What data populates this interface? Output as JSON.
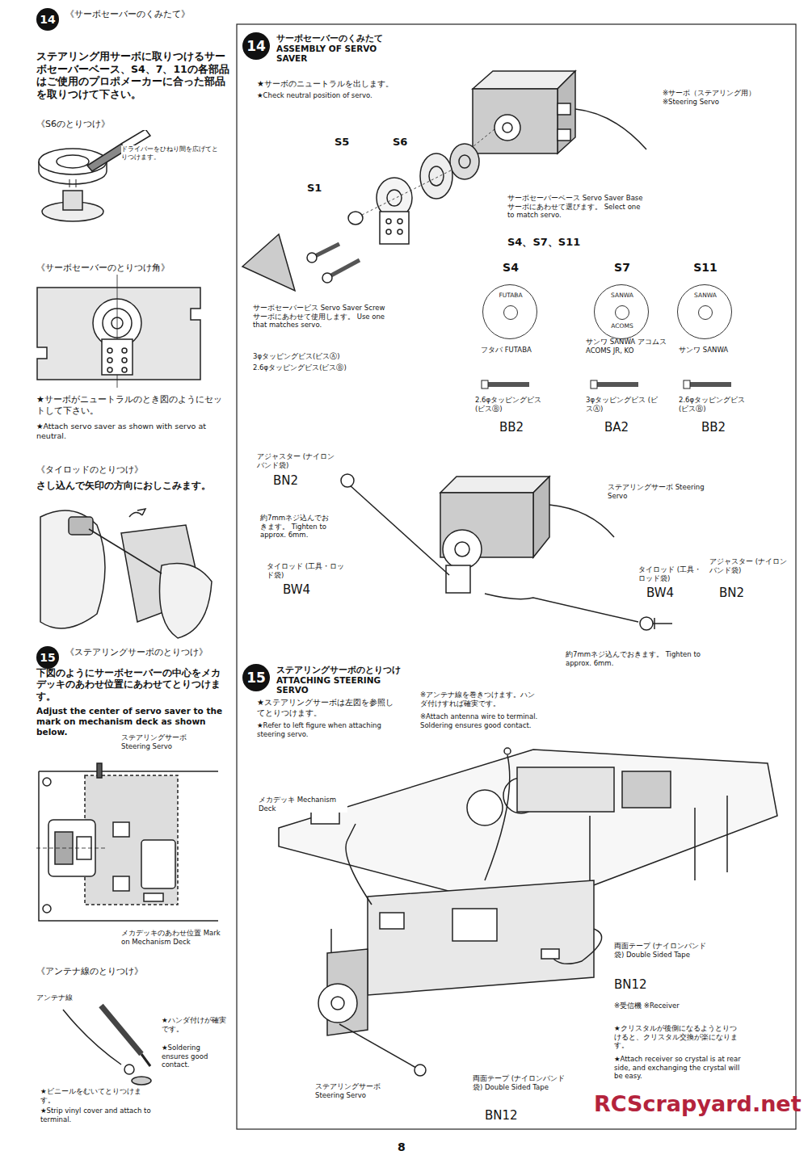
{
  "diagram": {
    "nodes": [
      {
        "text": [
          "14",
          "《サーボセーバーのくみたて》"
        ]
      },
      {
        "text": [
          "15",
          "《ステアリングサーボのとりつけ》"
        ]
      },
      {
        "text": [
          "14",
          "サーボセーバーのくみたて ASSEMBLY OF SERVO SAVER"
        ]
      },
      {
        "text": [
          "15",
          "ステアリングサーボのとりつけ ATTACHING STEERING SERVO"
        ]
      },
      {
        "text": [
          "S4",
          "FUTABA"
        ]
      },
      {
        "text": [
          "S7",
          "SANWA",
          "ACOMS"
        ]
      },
      {
        "text": [
          "S11",
          "SANWA"
        ]
      }
    ],
    "labels": [
      "ステアリング用サーボに取りつけるサーボセーバーベース、S4、7、11の各部品はご使用のプロポメーカーに合った部品を取りつけて下さい。",
      "《S6のとりつけ》",
      "ドライバーをひねり間を広げてとりつけます。",
      "《サーボセーバーのとりつけ角》",
      "★サーボがニュートラルのとき図のようにセットして下さい。",
      "★Attach servo saver as shown with servo at neutral.",
      "《タイロッドのとりつけ》",
      "さし込んで矢印の方向におしこみます。",
      "下図のようにサーボセーバーの中心をメカデッキのあわせ位置にあわせてとりつけます。",
      "Adjust the center of servo saver to the mark on mechanism deck as shown below.",
      "ステアリングサーボ Steering Servo",
      "メカデッキのあわせ位置 Mark on Mechanism Deck",
      "《アンテナ線のとりつけ》",
      "アンテナ線",
      "★ハンダ付けが確実です。",
      "★Soldering ensures good contact.",
      "★ビニールをむいてとりつけます。",
      "★Strip vinyl cover and attach to terminal.",
      "★サーボのニュートラルを出します。",
      "★Check neutral position of servo.",
      "S5",
      "S6",
      "S1",
      "※サーボ（ステアリング用） ※Steering Servo",
      "サーボセーバーベース Servo Saver Base サーボにあわせて選びます。 Select one to match servo.",
      "S4、S7、S11",
      "サーボセーバービス Servo Saver Screw サーボにあわせて使用します。 Use one that matches servo.",
      "3φタッピングビス(ビスⒶ)",
      "2.6φタッピングビス(ビスⒷ)",
      "フタバ FUTABA",
      "サンワ SANWA アコムス ACOMS JR, KO",
      "サンワ SANWA",
      "2.6φタッピングビス (ビスⒷ)",
      "BB2",
      "3φタッピングビス (ビスⒶ)",
      "BA2",
      "2.6φタッピングビス (ビスⒷ)",
      "BB2",
      "アジャスター (ナイロンバンド袋)",
      "BN2",
      "約7mmネジ込んでおきます。 Tighten to approx. 6mm.",
      "タイロッド (工具・ロッド袋)",
      "BW4",
      "ステアリングサーボ Steering Servo",
      "タイロッド (工具・ロッド袋)",
      "BW4",
      "アジャスター (ナイロンバンド袋)",
      "BN2",
      "約7mmネジ込んでおきます。 Tighten to approx. 6mm.",
      "★ステアリングサーボは左図を参照してとりつけます。",
      "★Refer to left figure when attaching steering servo.",
      "※アンテナ線を巻きつけます。ハンダ付けすれば確実です。",
      "※Attach antenna wire to terminal. Soldering ensures good contact.",
      "メカデッキ Mechanism Deck",
      "両面テープ (ナイロンバンド袋) Double Sided Tape",
      "BN12",
      "※受信機 ※Receiver",
      "★クリスタルが後側になるようとりつけると、クリスタル交換が楽になります。",
      "★Attach receiver so crystal is at rear side, and exchanging the crystal will be easy.",
      "ステアリングサーボ Steering Servo",
      "両面テープ (ナイロンバンド袋) Double Sided Tape",
      "BN12",
      "8",
      "RCScrapyard.net"
    ]
  }
}
